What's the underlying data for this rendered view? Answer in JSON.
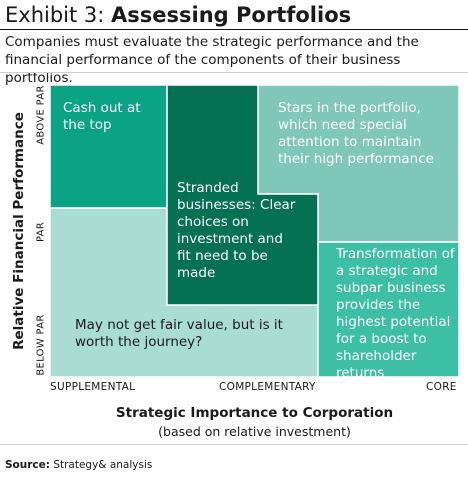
{
  "header": {
    "exhibit_label": "Exhibit 3: ",
    "title": "Assessing Portfolios",
    "subtitle": "Companies must evaluate the strategic performance and the financial performance of the components of their business portfolios."
  },
  "axes": {
    "y_title": "Relative Financial Performance",
    "y_ticks": [
      "ABOVE PAR",
      "PAR",
      "BELOW PAR"
    ],
    "x_ticks": [
      "SUPPLEMENTAL",
      "COMPLEMENTARY",
      "CORE"
    ],
    "x_title": "Strategic Importance to Corporation",
    "x_subtitle": "(based on relative investment)"
  },
  "regions": {
    "cash_out": "Cash out at the top",
    "stars": "Stars in the portfolio, which need special attention to maintain their high performance",
    "stranded": "Stranded businesses: Clear choices on investment and fit need to be made",
    "transformation": "Transformation of a strategic and subpar business provides the highest potential for a boost to shareholder returns",
    "fair_value": "May not get fair value, but is it worth the journey?"
  },
  "colors": {
    "cash_out": "#0aa386",
    "stars": "#7fc7b8",
    "stranded": "#047152",
    "transformation": "#3cbfa5",
    "fair_value": "#a9ddd4"
  },
  "footer": {
    "source_label": "Source:",
    "source_text": " Strategy& analysis"
  }
}
